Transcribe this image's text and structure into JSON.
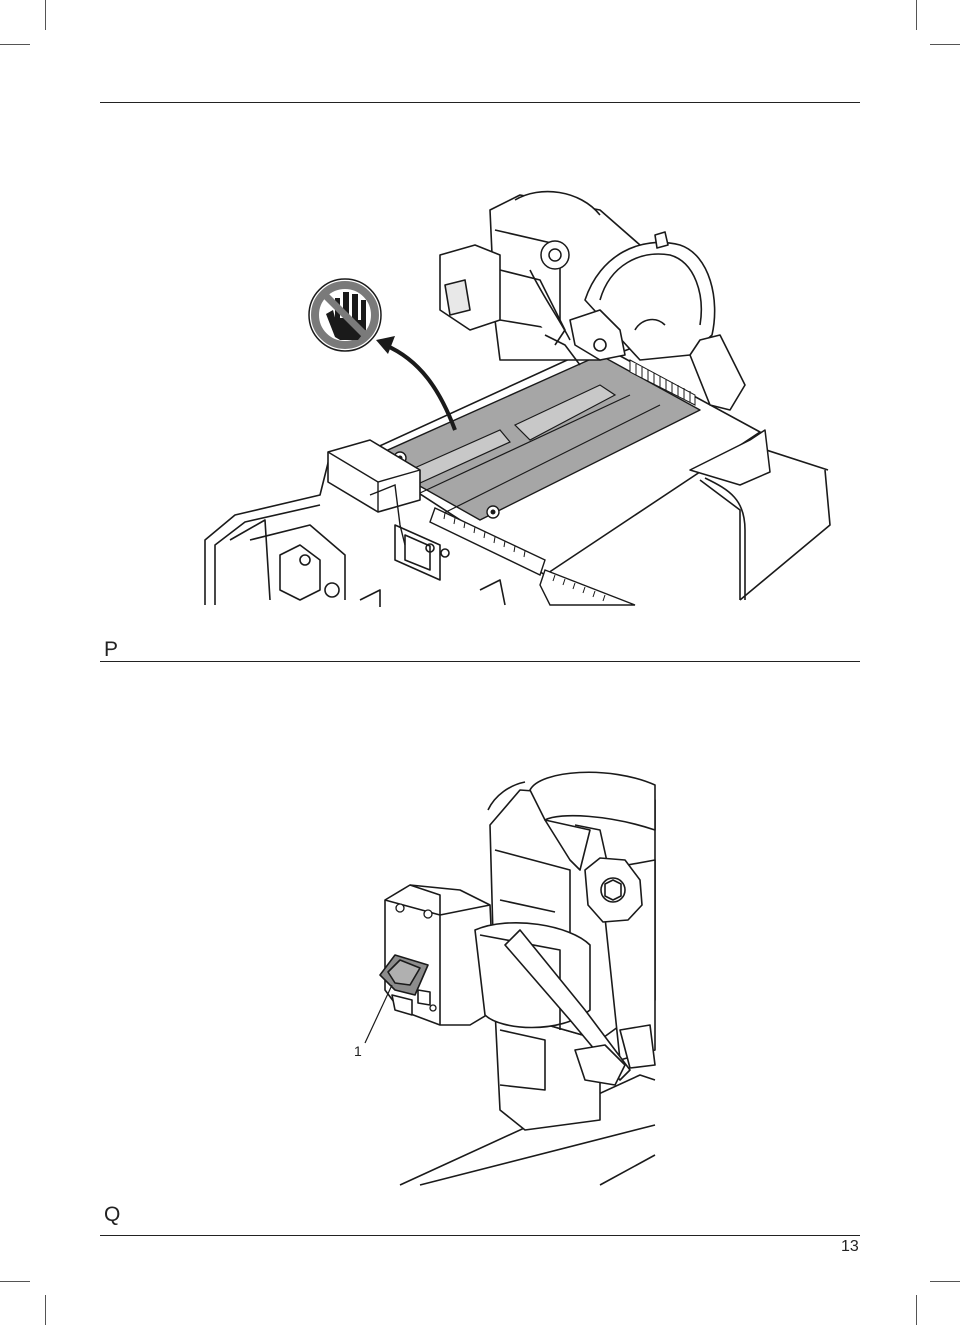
{
  "figures": {
    "top": {
      "label": "P",
      "icon": "no-gloves-icon"
    },
    "bottom": {
      "label": "Q",
      "callouts": [
        "1"
      ]
    }
  },
  "page": {
    "number": "13"
  }
}
